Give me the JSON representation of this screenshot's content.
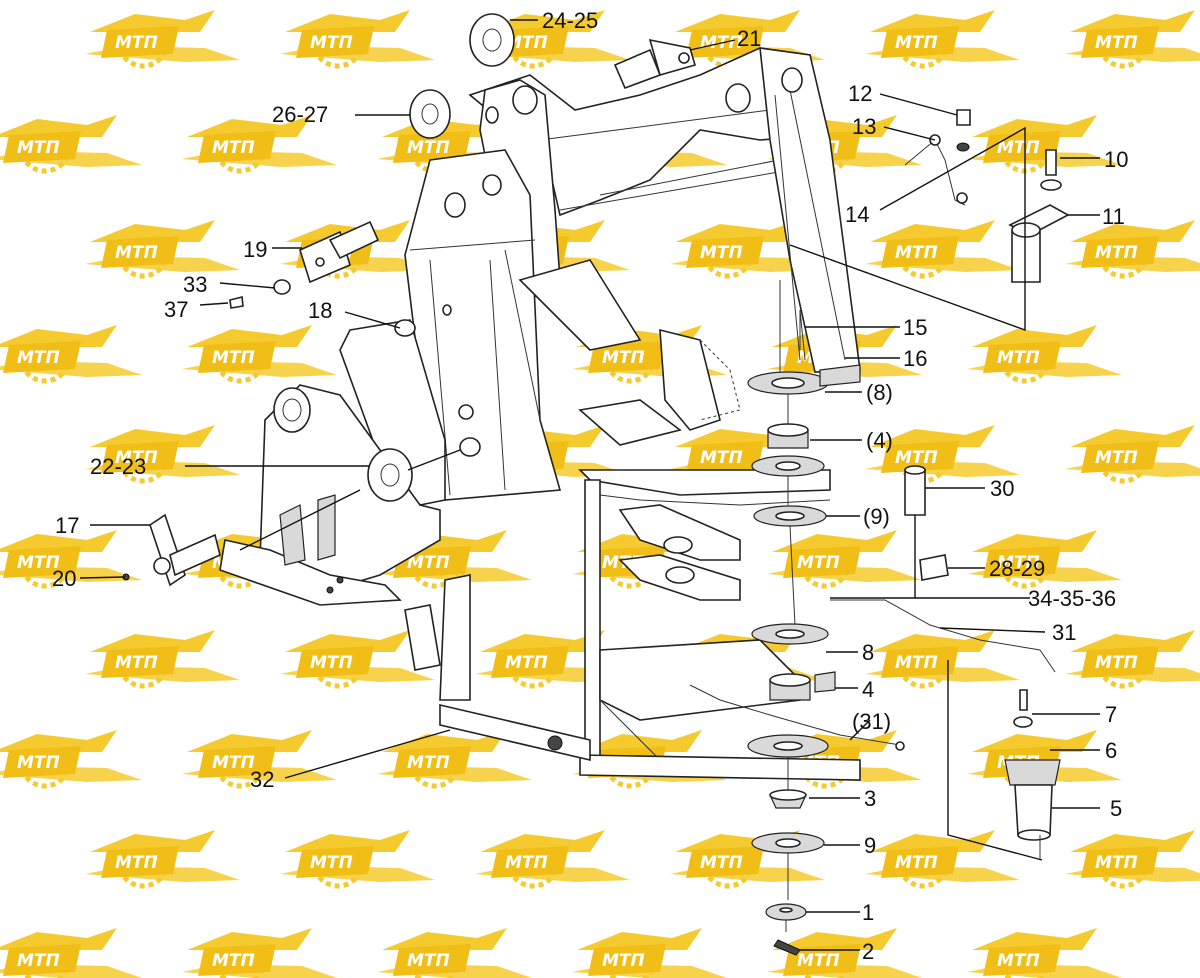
{
  "watermark": {
    "text": "МТП",
    "colors": {
      "wing": "#F5C518",
      "text_bg": "#F0B800",
      "text": "#FFFFFF"
    }
  },
  "callouts": [
    {
      "id": "c24-25",
      "label": "24-25"
    },
    {
      "id": "c21",
      "label": "21"
    },
    {
      "id": "c26-27",
      "label": "26-27"
    },
    {
      "id": "c12",
      "label": "12"
    },
    {
      "id": "c13",
      "label": "13"
    },
    {
      "id": "c10",
      "label": "10"
    },
    {
      "id": "c14",
      "label": "14"
    },
    {
      "id": "c11",
      "label": "11"
    },
    {
      "id": "c19",
      "label": "19"
    },
    {
      "id": "c33",
      "label": "33"
    },
    {
      "id": "c37",
      "label": "37"
    },
    {
      "id": "c18",
      "label": "18"
    },
    {
      "id": "c15",
      "label": "15"
    },
    {
      "id": "c16",
      "label": "16"
    },
    {
      "id": "c8p",
      "label": "(8)"
    },
    {
      "id": "c4p",
      "label": "(4)"
    },
    {
      "id": "c22-23",
      "label": "22-23"
    },
    {
      "id": "c30",
      "label": "30"
    },
    {
      "id": "c9p",
      "label": "(9)"
    },
    {
      "id": "c17",
      "label": "17"
    },
    {
      "id": "c20",
      "label": "20"
    },
    {
      "id": "c28-29",
      "label": "28-29"
    },
    {
      "id": "c34-35-36",
      "label": "34-35-36"
    },
    {
      "id": "c31",
      "label": "31"
    },
    {
      "id": "c8",
      "label": "8"
    },
    {
      "id": "c4",
      "label": "4"
    },
    {
      "id": "c31p",
      "label": "(31)"
    },
    {
      "id": "c7",
      "label": "7"
    },
    {
      "id": "c6",
      "label": "6"
    },
    {
      "id": "c32",
      "label": "32"
    },
    {
      "id": "c5",
      "label": "5"
    },
    {
      "id": "c3",
      "label": "3"
    },
    {
      "id": "c9",
      "label": "9"
    },
    {
      "id": "c1",
      "label": "1"
    },
    {
      "id": "c2",
      "label": "2"
    }
  ]
}
